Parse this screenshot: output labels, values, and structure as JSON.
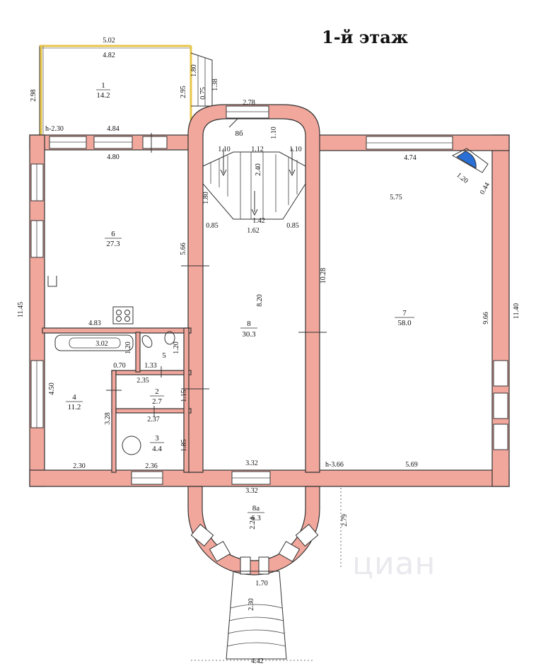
{
  "title": "1-й этаж",
  "watermark": "циан",
  "colors": {
    "wall": "#f1a79c",
    "outline": "#333333",
    "window": "#ffffff",
    "accent": "#2a6fd6",
    "veranda": "#e8c54a"
  },
  "rooms": [
    {
      "id": "1",
      "area": "14.2"
    },
    {
      "id": "2",
      "area": "2.7"
    },
    {
      "id": "3",
      "area": "4.4"
    },
    {
      "id": "4",
      "area": "11.2"
    },
    {
      "id": "5",
      "area": ""
    },
    {
      "id": "6",
      "area": "27.3"
    },
    {
      "id": "7",
      "area": "58.0"
    },
    {
      "id": "8",
      "area": "30.3"
    },
    {
      "id": "8a",
      "area": "6.3"
    },
    {
      "id": "8б",
      "area": ""
    }
  ],
  "dims": {
    "d_5_02": "5.02",
    "d_4_82": "4.82",
    "d_2_98": "2.98",
    "d_2_95": "2.95",
    "d_1_80a": "1.80",
    "d_0_75": "0.75",
    "d_1_38": "1.38",
    "d_h230": "h-2.30",
    "d_4_84": "4.84",
    "d_4_80": "4.80",
    "d_2_78": "2.78",
    "d_1_10a": "1.10",
    "d_1_10b": "1.10",
    "d_1_12": "1.12",
    "d_1_10c": "1.10",
    "d_2_40": "2.40",
    "d_1_80b": "1.80",
    "d_1_42": "1.42",
    "d_0_85a": "0.85",
    "d_1_62": "1.62",
    "d_0_85b": "0.85",
    "d_4_74": "4.74",
    "d_1_20a": "1.20",
    "d_0_44": "0.44",
    "d_5_75": "5.75",
    "d_5_66": "5.66",
    "d_10_28": "10.28",
    "d_8_20": "8.20",
    "d_11_45": "11.45",
    "d_4_83": "4.83",
    "d_9_66": "9.66",
    "d_11_40": "11.40",
    "d_3_02": "3.02",
    "d_1_20b": "1.20",
    "d_1_20c": "1.20",
    "d_0_70": "0.70",
    "d_1_33": "1.33",
    "d_4_50": "4.50",
    "d_2_35": "2.35",
    "d_1_15": "1.15",
    "d_3_28": "3.28",
    "d_2_37": "2.37",
    "d_1_85": "1.85",
    "d_2_30a": "2.30",
    "d_2_36": "2.36",
    "d_3_32a": "3.32",
    "d_h366": "h-3.66",
    "d_5_69": "5.69",
    "d_3_32b": "3.32",
    "d_2_24": "2.24",
    "d_2_79": "2.79",
    "d_1_70": "1.70",
    "d_2_30b": "2.30",
    "d_4_42": "4.42"
  }
}
